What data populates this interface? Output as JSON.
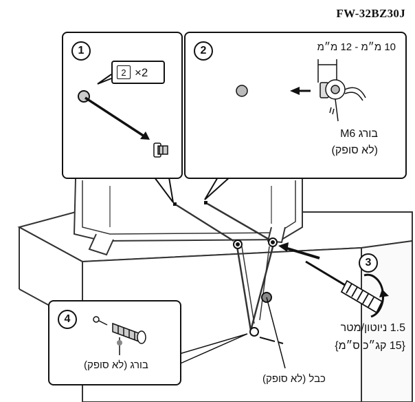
{
  "model": "FW-32BZ30J",
  "steps": {
    "s1": "1",
    "s2": "2",
    "s3": "3",
    "s4": "4"
  },
  "callout1": {
    "times": "×2"
  },
  "callout2": {
    "distance": "10 מ״מ - 12 מ״מ",
    "screw_line1": "בורג M6",
    "screw_line2": "(לא סופק)"
  },
  "torque": {
    "line1": "1.5 ניוטון/מטר",
    "line2": "{15 קג״כ ס״מ}"
  },
  "callout4": {
    "screw_label": "בורג (לא סופק)"
  },
  "cable_label": "כבל (לא סופק)"
}
